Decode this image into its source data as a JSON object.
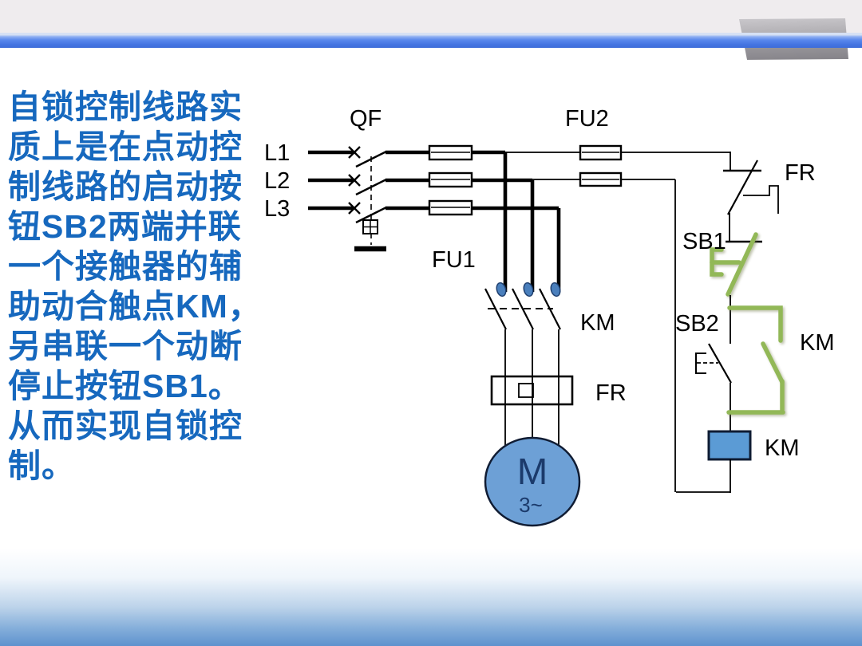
{
  "slide": {
    "description_lines": [
      "自锁控制线路实",
      "质上是在点动控",
      "制线路的启动按",
      "钮SB2两端并联",
      "一个接触器的辅",
      "助动合触点KM，",
      "另串联一个动断",
      "停止按钮SB1。",
      "从而实现自锁控",
      "制。"
    ]
  },
  "diagram": {
    "labels": {
      "breaker": "QF",
      "phase_1": "L1",
      "phase_2": "L2",
      "phase_3": "L3",
      "main_fuse": "FU1",
      "control_fuse": "FU2",
      "contactor_main": "KM",
      "overload_heater": "FR",
      "overload_contact": "FR",
      "stop_button": "SB1",
      "start_button": "SB2",
      "contactor_aux": "KM",
      "contactor_coil": "KM",
      "motor": "M",
      "motor_phases": "3~"
    },
    "colors": {
      "wire": "#000000",
      "highlight_green": "#92b857",
      "contact_blue": "#4a7fbc",
      "coil_fill": "#5b9bd5",
      "motor_fill": "#6da0d6",
      "text_blue": "#1668be",
      "top_bar_blue": "#4a7ce6",
      "footer_blue": "#5e92ce"
    }
  }
}
